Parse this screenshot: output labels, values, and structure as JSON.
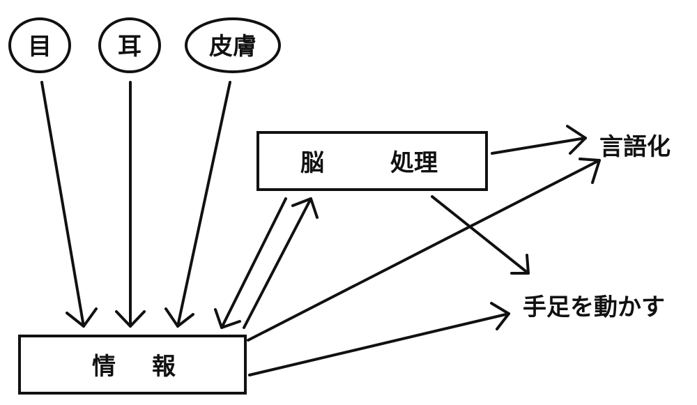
{
  "diagram": {
    "senses": {
      "eye": "目",
      "ear": "耳",
      "skin": "皮膚"
    },
    "info_box": {
      "char1": "情",
      "char2": "報"
    },
    "brain_box": {
      "brain": "脳",
      "processing": "処理"
    },
    "outputs": {
      "verbalize": "言語化",
      "move_limbs": "手足を動かす"
    }
  }
}
